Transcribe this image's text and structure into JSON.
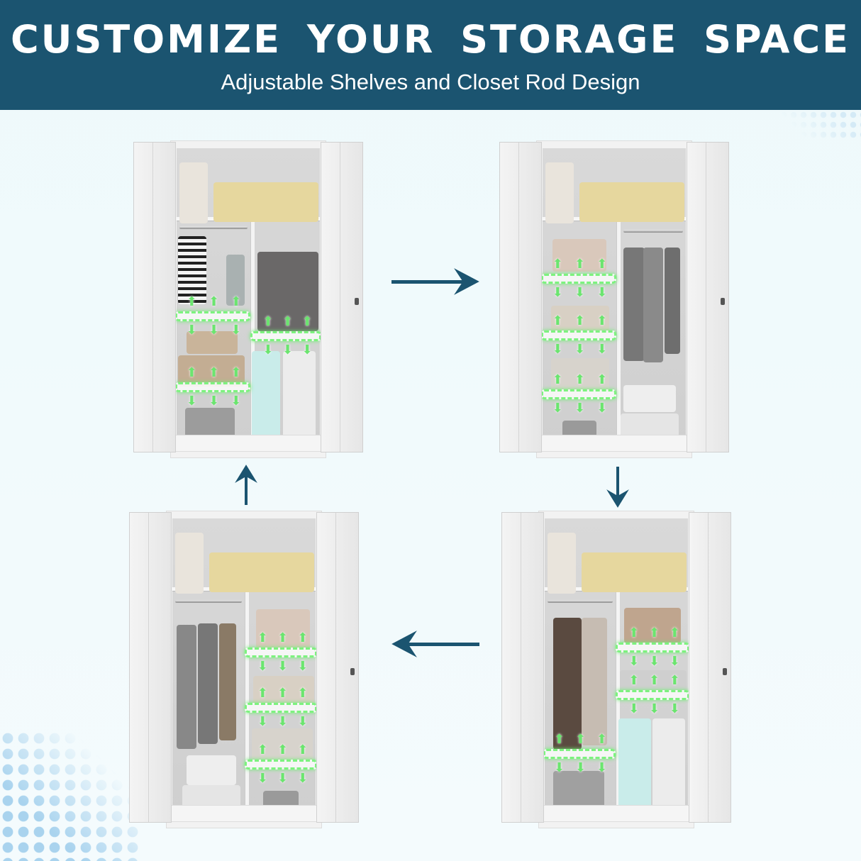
{
  "header": {
    "title": "CUSTOMIZE YOUR STORAGE SPACE",
    "subtitle": "Adjustable Shelves and Closet Rod Design"
  },
  "colors": {
    "banner": "#1b5470",
    "arrow": "#1b5470",
    "adjust_arrows": "#6be56f",
    "background": "#eef9fb"
  },
  "configurations": [
    {
      "name": "config-1",
      "left": "rod-with-2-shelves",
      "right": "1-shelf"
    },
    {
      "name": "config-2",
      "left": "3-shelves",
      "right": "rod"
    },
    {
      "name": "config-3",
      "left": "rod",
      "right": "3-shelves"
    },
    {
      "name": "config-4",
      "left": "rod-with-1-shelf",
      "right": "2-shelves"
    }
  ],
  "flow_icons": [
    "arrow-right-icon",
    "arrow-down-icon",
    "arrow-left-icon",
    "arrow-up-icon"
  ]
}
